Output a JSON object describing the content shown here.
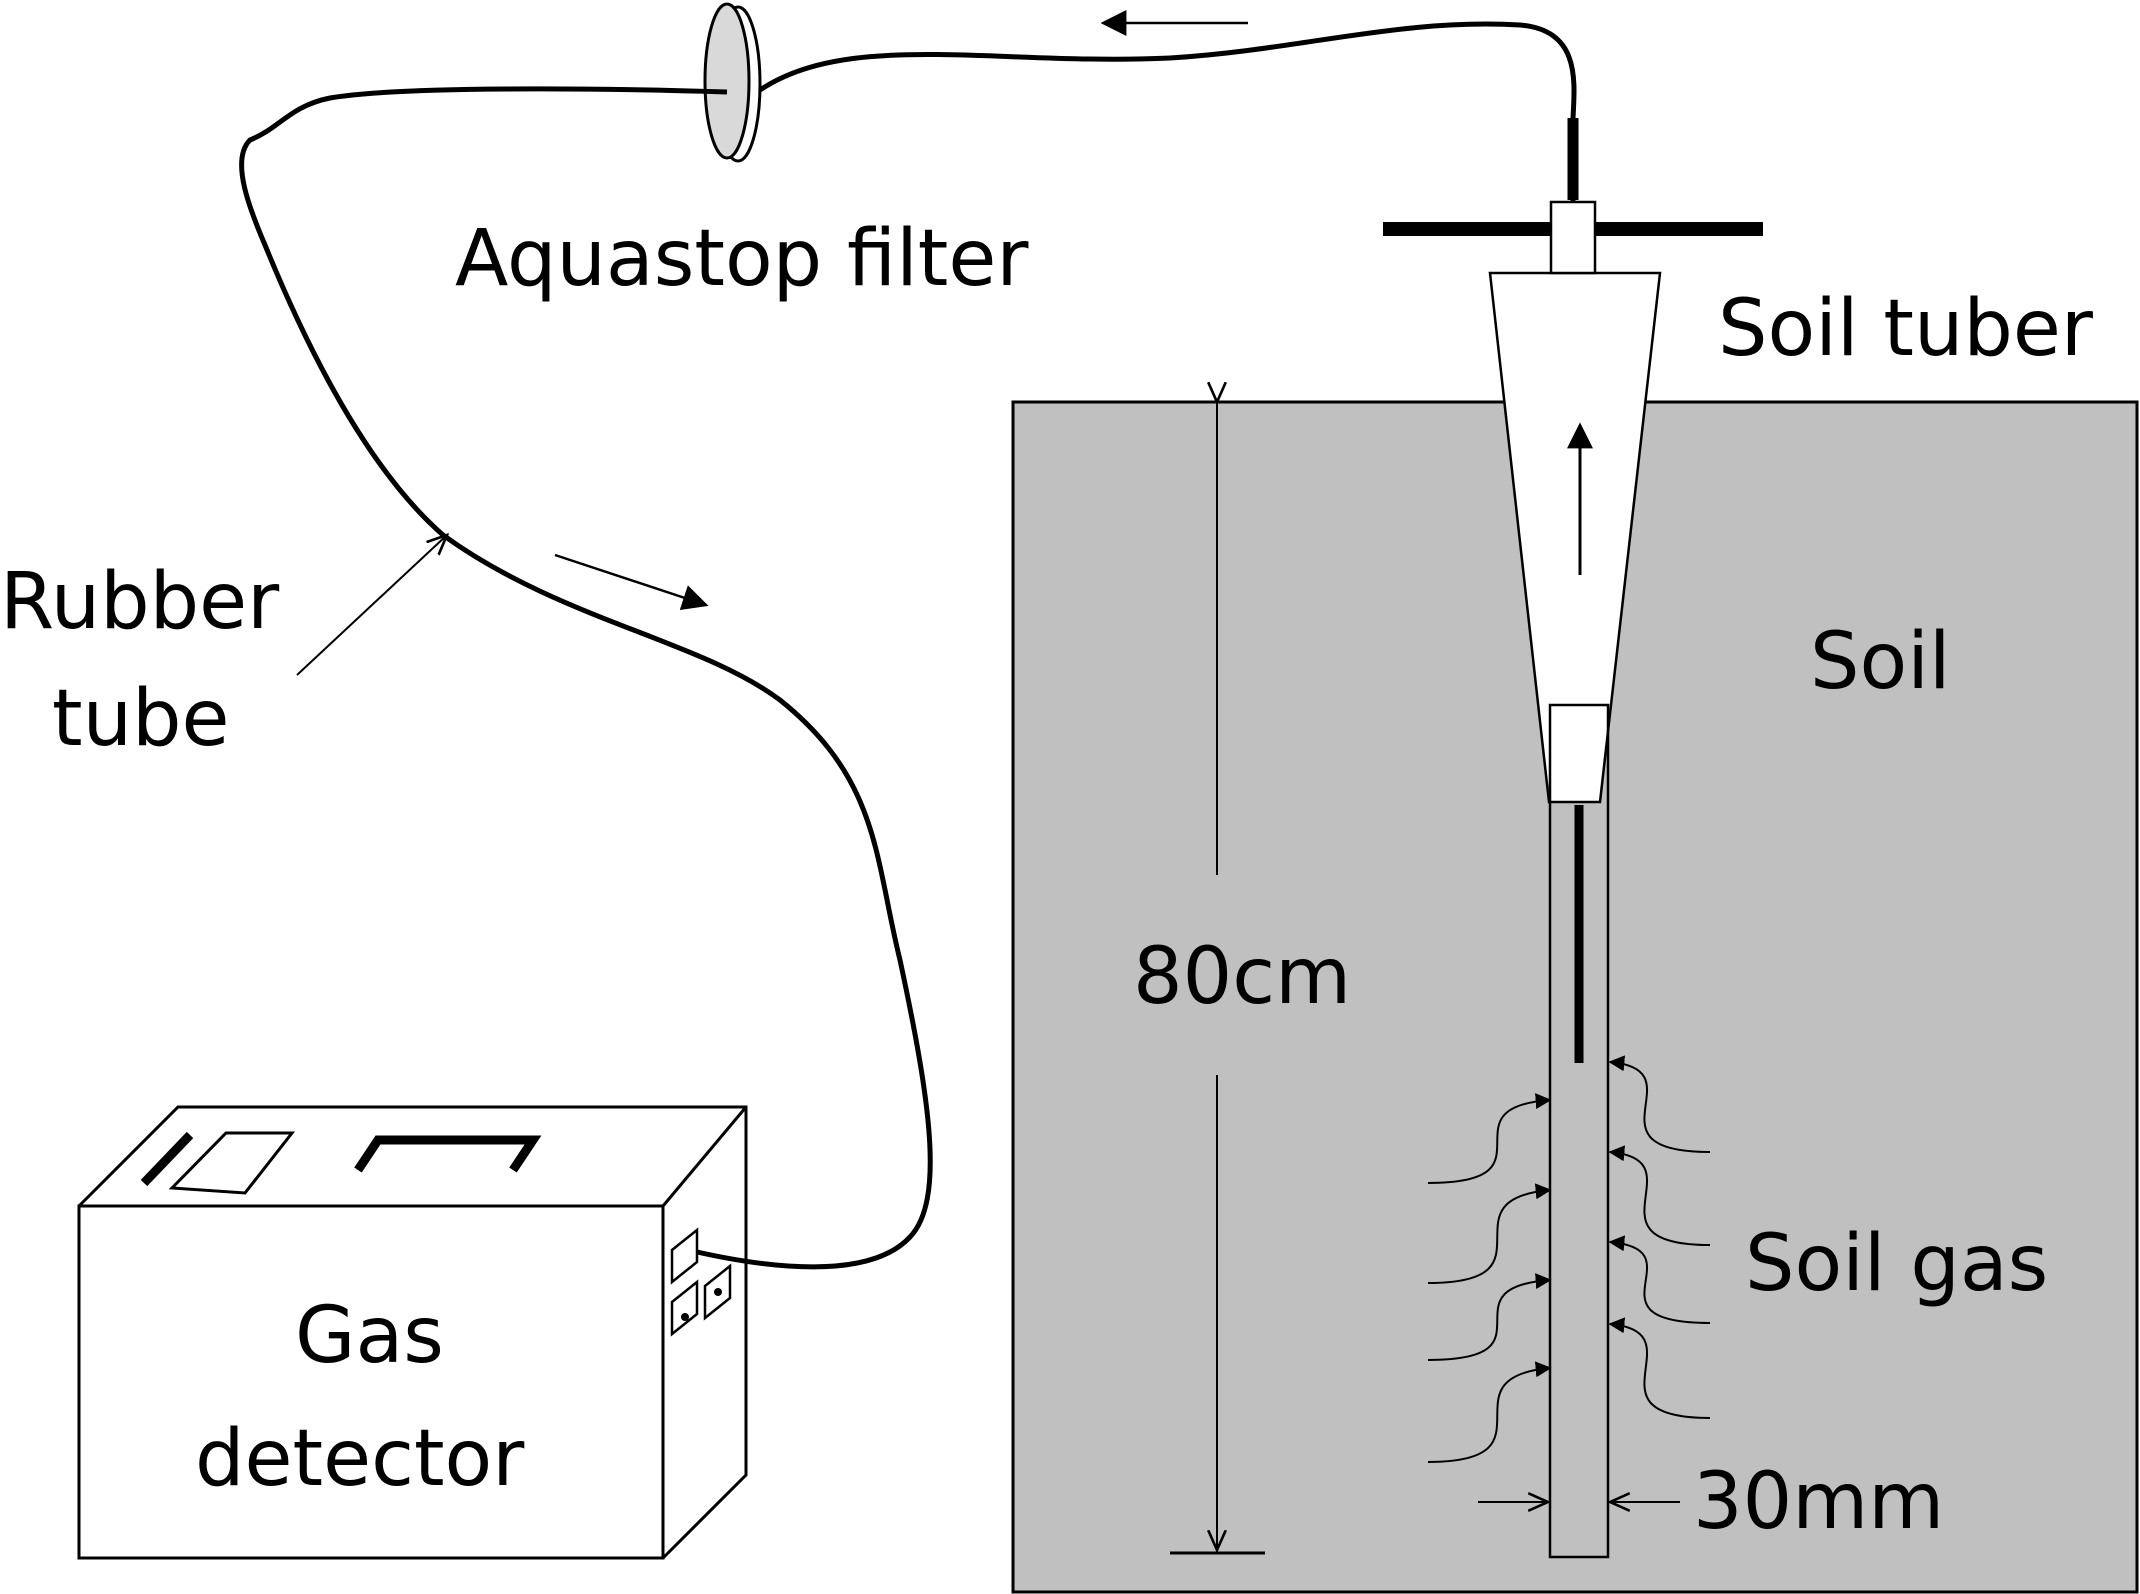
{
  "labels": {
    "aquastop_filter": "Aquastop filter",
    "soil_tuber": "Soil tuber",
    "soil": "Soil",
    "rubber_tube_line1": "Rubber",
    "rubber_tube_line2": "tube",
    "depth": "80cm",
    "gas_detector_line1": "Gas",
    "gas_detector_line2": "detector",
    "soil_gas": "Soil gas",
    "diameter": "30mm"
  },
  "colors": {
    "soil_fill": "#c0c0c0",
    "filter_fill": "#d9d9d9",
    "line": "#000000",
    "background": "#ffffff"
  }
}
